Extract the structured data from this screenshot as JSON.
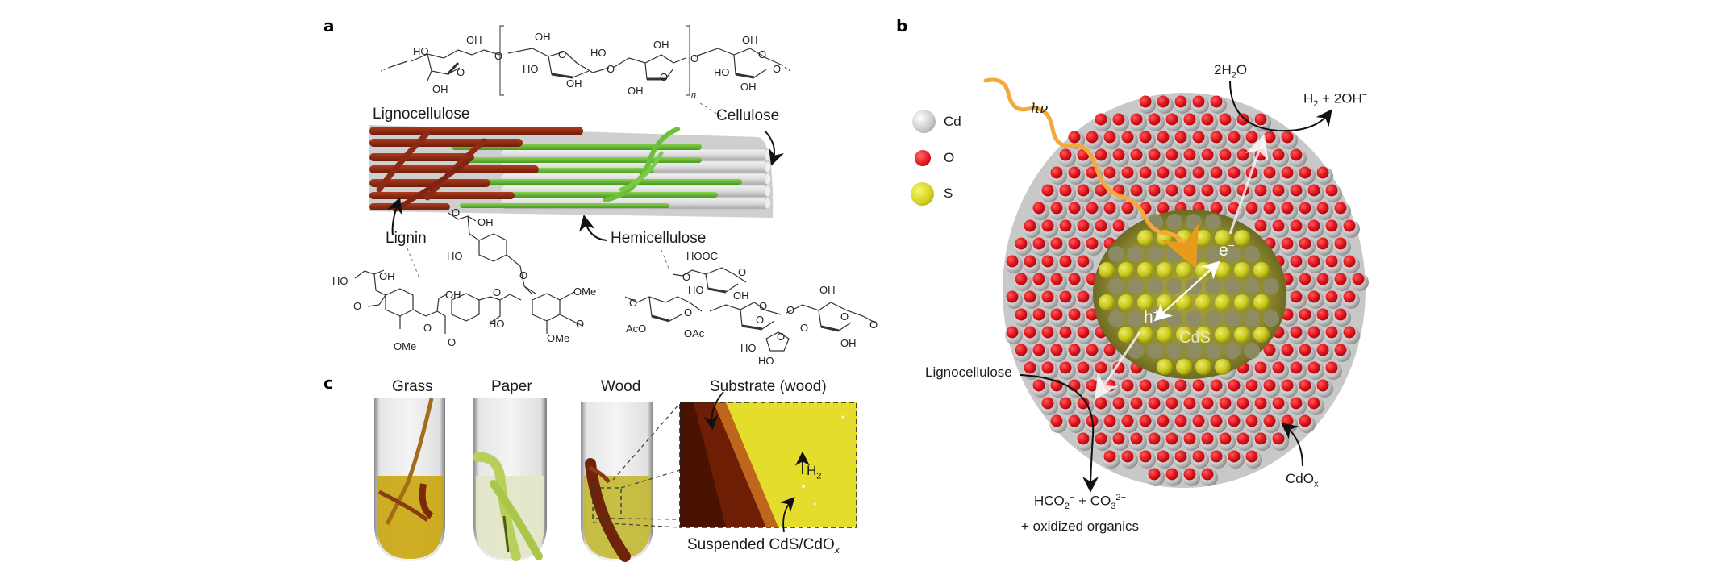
{
  "figure": {
    "panels": {
      "a": {
        "label": "a",
        "structures": {
          "cellulose_formula": {
            "groups": [
              "HO",
              "OH",
              "O",
              "O",
              "OH",
              "OH",
              "O",
              "HO",
              "OH",
              "O",
              "HO",
              "OH",
              "O",
              "OH",
              "O",
              "HO",
              "OH",
              "O",
              "OH",
              "O"
            ],
            "repeat_subscript": "n"
          },
          "lignin_formula": {
            "groups": [
              "O",
              "OH",
              "HO",
              "O",
              "HO",
              "OH",
              "O",
              "OH",
              "O",
              "O",
              "OMe",
              "O",
              "OMe",
              "O",
              "HO",
              "OMe",
              "O"
            ]
          },
          "hemicellulose_formula": {
            "groups": [
              "HOOC",
              "O",
              "O",
              "HO",
              "OH",
              "O",
              "O",
              "O",
              "OH",
              "O",
              "AcO",
              "OAc",
              "O",
              "O",
              "O",
              "HO",
              "HO",
              "O",
              "OH",
              "O"
            ]
          }
        },
        "labels": {
          "lignocellulose": "Lignocellulose",
          "cellulose": "Cellulose",
          "lignin": "Lignin",
          "hemicellulose": "Hemicellulose"
        },
        "colors": {
          "lignin_fiber": "#8e2a14",
          "hemicellulose_fiber": "#6cbf3a",
          "cellulose_fiber": "#d9d9d9"
        }
      },
      "b": {
        "label": "b",
        "legend": [
          {
            "symbol": "Cd",
            "color": "#bdbdbd"
          },
          {
            "symbol": "O",
            "color": "#e0141c"
          },
          {
            "symbol": "S",
            "color": "#d4d41e"
          }
        ],
        "labels": {
          "photon": "hν",
          "water": "2H",
          "water_sub": "2",
          "water_tail": "O",
          "products_h2": "H",
          "products_h2_sub": "2",
          "products_rest": " + 2OH",
          "products_sup": "−",
          "electron": "e",
          "electron_sup": "−",
          "hole": "h",
          "hole_sup": "+",
          "core": "CdS",
          "lignocellulose": "Lignocellulose",
          "oxidation_line1_a": "HCO",
          "oxidation_line1_a_sub": "2",
          "oxidation_line1_a_sup": "−",
          "oxidation_line1_b": " + CO",
          "oxidation_line1_b_sub": "3",
          "oxidation_line1_b_sup": "2−",
          "oxidation_line2": "+ oxidized organics",
          "shell": "CdO",
          "shell_sub": "x"
        },
        "colors": {
          "photon": "#f5a83c",
          "arrow_light": "#ffffff",
          "arrow_dark": "#111111"
        }
      },
      "c": {
        "label": "c",
        "tubes": [
          {
            "label": "Grass",
            "liquid_color": "#c9a60e"
          },
          {
            "label": "Paper",
            "liquid_color": "#e3e6c6"
          },
          {
            "label": "Wood",
            "liquid_color": "#c2b832"
          }
        ],
        "inset": {
          "top_label": "Substrate (wood)",
          "gas_label": "H",
          "gas_sub": "2",
          "bottom_label": "Suspended CdS/CdO",
          "bottom_sub": "x",
          "substrate_color": "#7a2406",
          "solution_color": "#e3dc2a"
        }
      }
    }
  }
}
